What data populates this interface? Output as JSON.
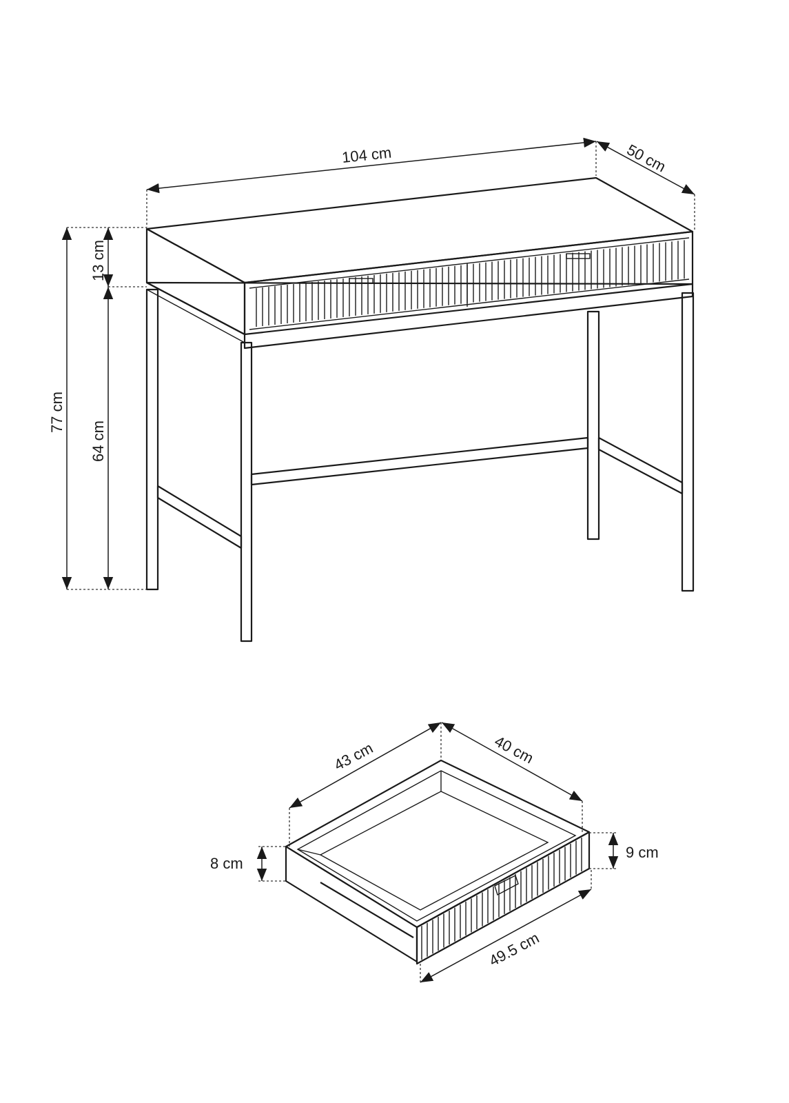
{
  "desk": {
    "width_label": "104 cm",
    "depth_label": "50 cm",
    "total_height_label": "77 cm",
    "top_height_label": "13 cm",
    "leg_height_label": "64 cm"
  },
  "drawer": {
    "inner_width_label": "43 cm",
    "inner_depth_label": "40 cm",
    "side_height_label": "8 cm",
    "front_height_label": "9 cm",
    "front_width_label": "49.5 cm"
  }
}
